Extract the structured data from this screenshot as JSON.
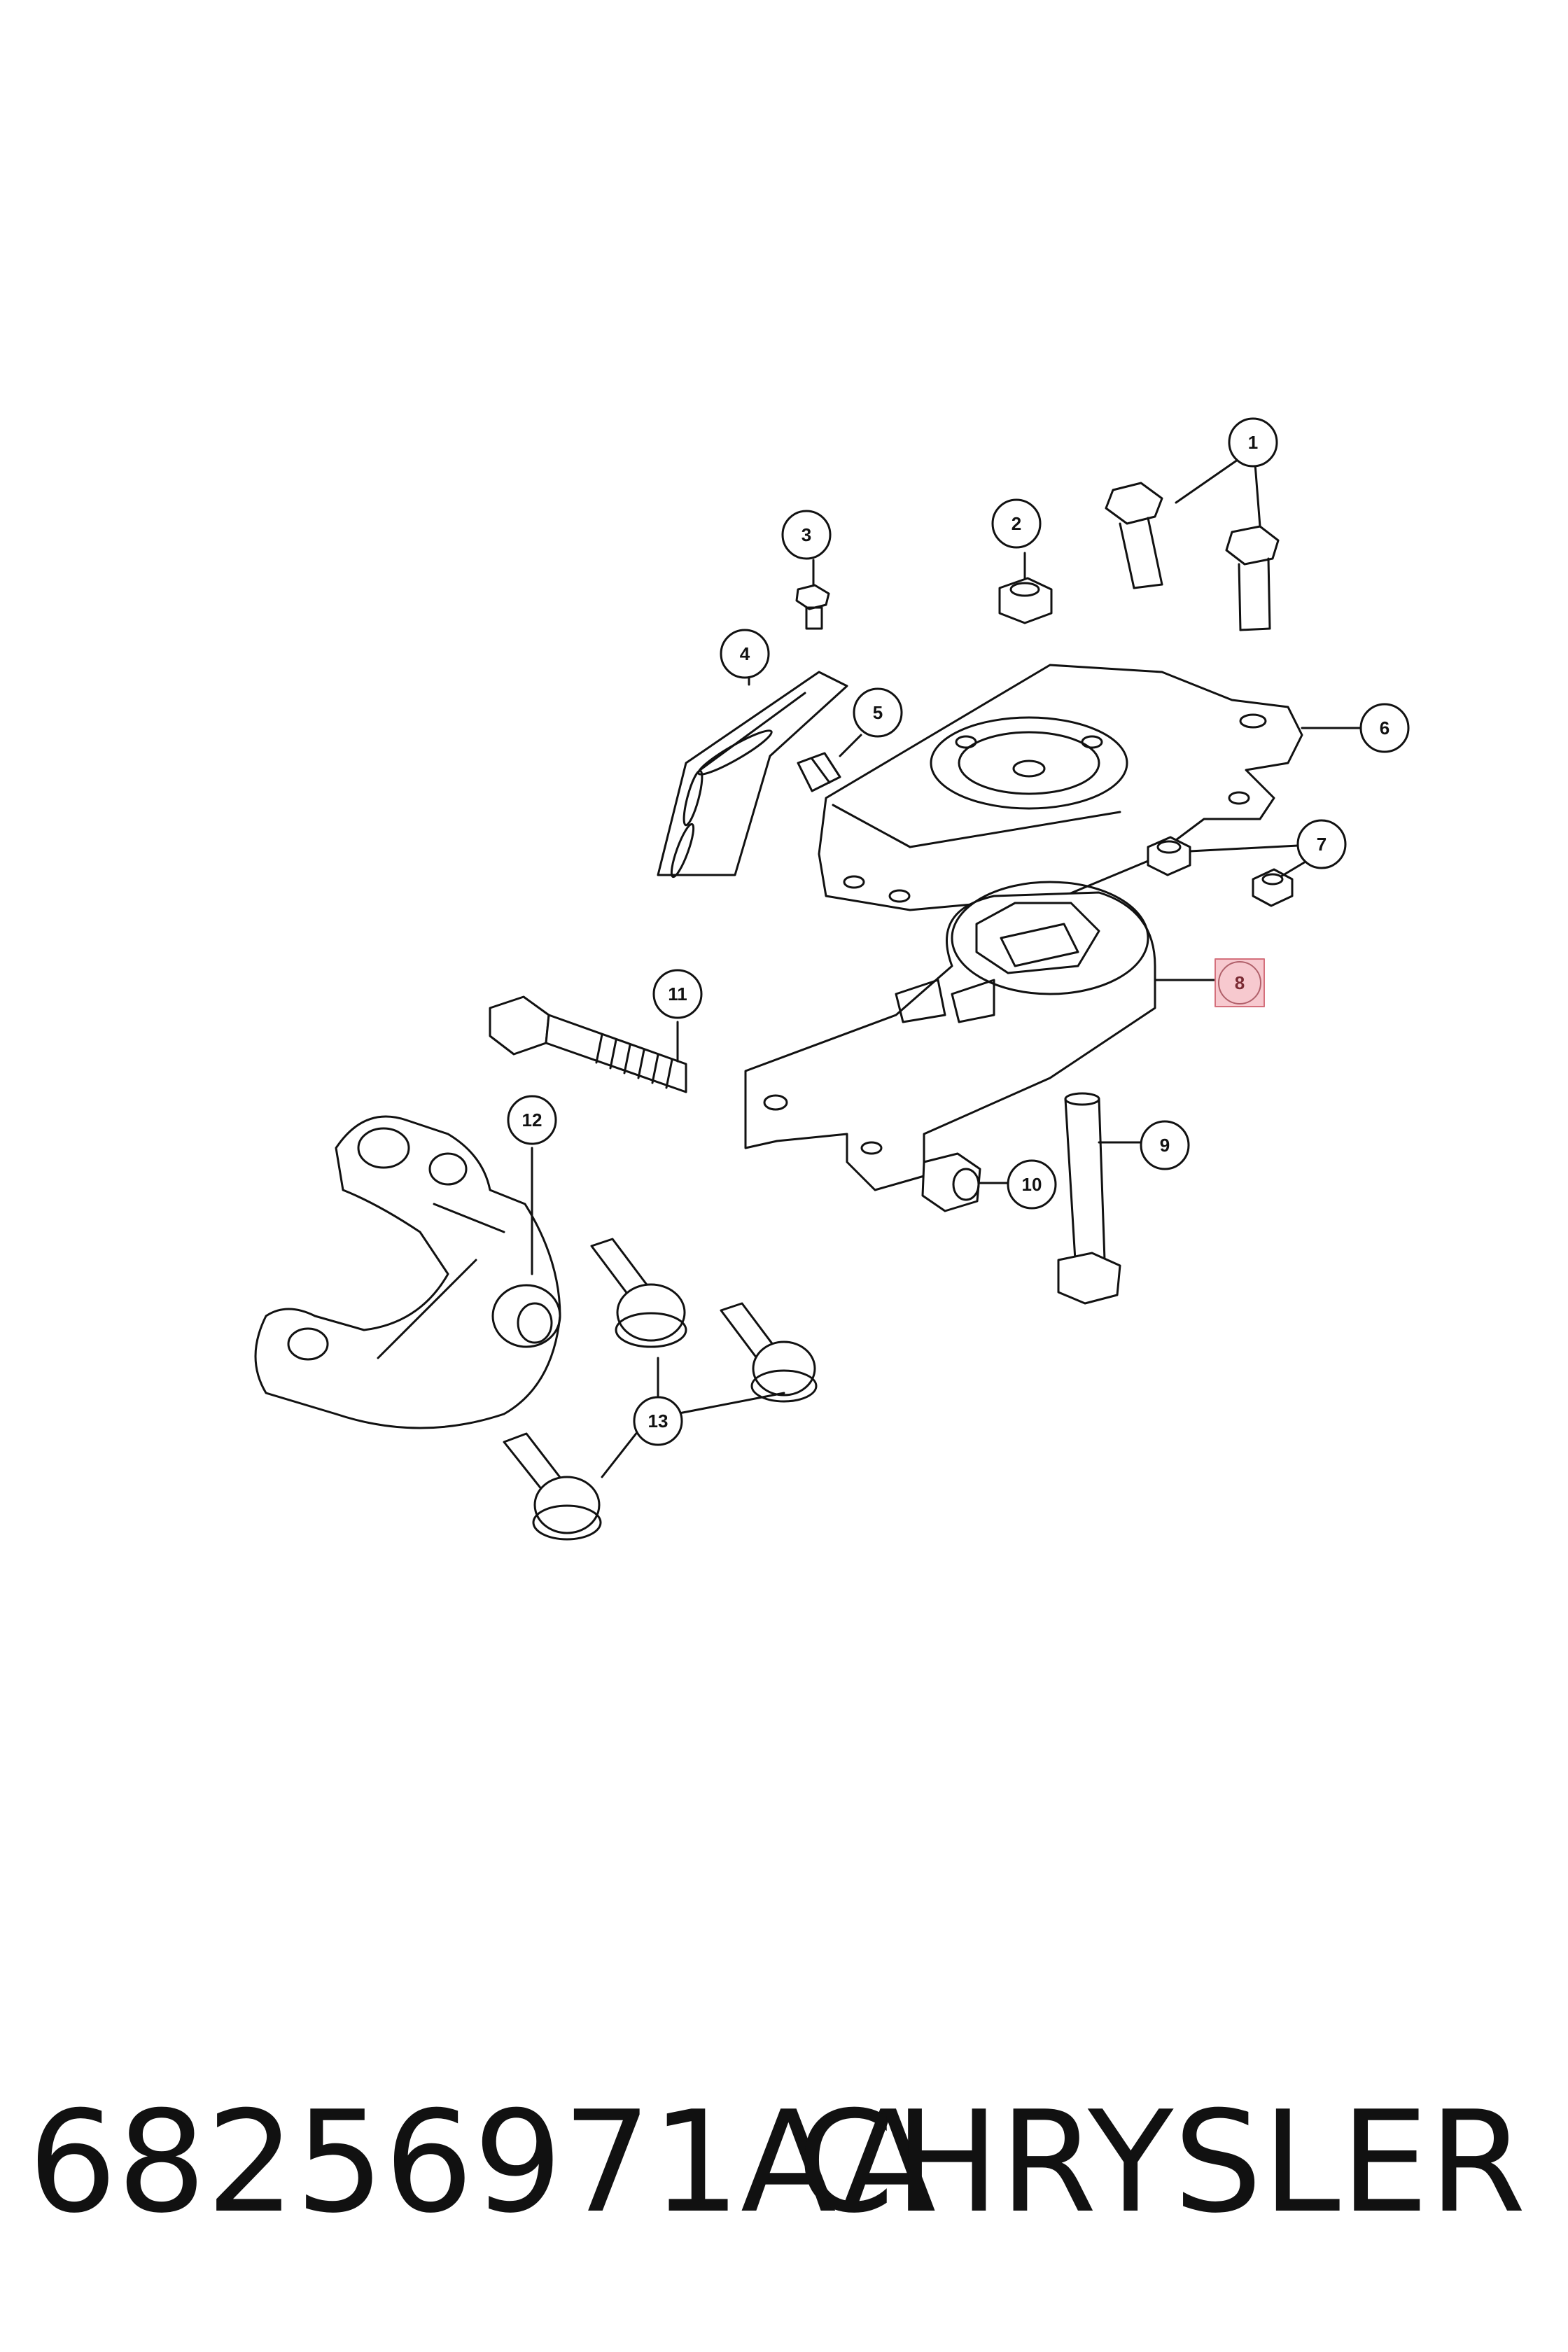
{
  "diagram": {
    "highlight_color": "#f7c9cf",
    "highlight_border": "#d4707c",
    "callouts": [
      {
        "label": "1"
      },
      {
        "label": "2"
      },
      {
        "label": "3"
      },
      {
        "label": "4"
      },
      {
        "label": "5"
      },
      {
        "label": "6"
      },
      {
        "label": "7"
      },
      {
        "label": "8",
        "highlighted": true
      },
      {
        "label": "9"
      },
      {
        "label": "10"
      },
      {
        "label": "11"
      },
      {
        "label": "12"
      },
      {
        "label": "13"
      }
    ]
  },
  "footer": {
    "part_number": "68256971AA",
    "brand": "CHRYSLER"
  }
}
